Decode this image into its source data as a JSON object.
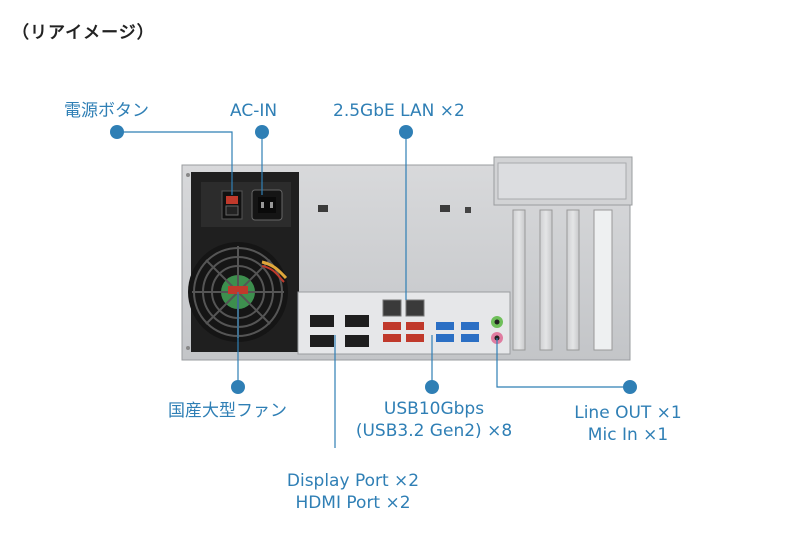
{
  "title": "（リアイメージ）",
  "colors": {
    "accent": "#2f7fb5",
    "line": "#2f7fb5"
  },
  "labels": {
    "power_button": "電源ボタン",
    "ac_in": "AC-IN",
    "lan": "2.5GbE LAN ×2",
    "fan": "国産大型ファン",
    "usb_line1": "USB10Gbps",
    "usb_line2": "(USB3.2 Gen2) ×8",
    "audio_line1": "Line OUT ×1",
    "audio_line2": "Mic In ×1",
    "display_line1": "Display Port ×2",
    "display_line2": "HDMI Port ×2"
  }
}
